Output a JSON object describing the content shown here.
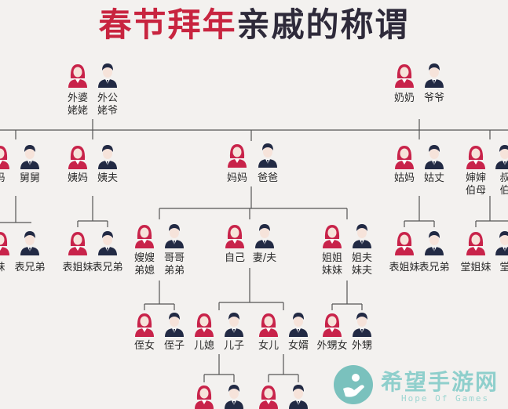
{
  "title": {
    "part1": "春节拜年",
    "part2": "亲戚的称谓"
  },
  "colors": {
    "female": "#c8234a",
    "male": "#222a44",
    "line": "#555555",
    "title_red": "#c8243f"
  },
  "labels": {
    "waipo": "外婆\n姥姥",
    "waigong": "外公\n姥爷",
    "nainai": "奶奶",
    "yeye": "爷爷",
    "left_ma": "妈",
    "jiujiu": "舅舅",
    "yima": "姨妈",
    "yifu": "姨夫",
    "mama": "妈妈",
    "baba": "爸爸",
    "gugu": "姑妈",
    "guzhang": "姑丈",
    "shenshen": "婶婶\n伯母",
    "shubo": "叔\n伯",
    "left_mei": "妹",
    "biaoxiongdi1": "表兄弟",
    "biaojiemei_l": "表姐妹",
    "biaoxiongdi_l": "表兄弟",
    "saosao": "嫂嫂\n弟媳",
    "gege": "哥哥\n弟弟",
    "ziji": "自己",
    "qifu": "妻/夫",
    "jiejie": "姐姐\n妹妹",
    "jiefu": "姐夫\n妹夫",
    "biaojiemei_r": "表姐妹",
    "biaoxiongdi_r": "表兄弟",
    "tangjiemei": "堂姐妹",
    "tang_r": "堂",
    "zhinv": "侄女",
    "zhizi": "侄子",
    "erxi": "儿媳",
    "erzi": "儿子",
    "nver": "女儿",
    "nvxu": "女婿",
    "waisunv": "外甥女",
    "waisheng": "外甥"
  },
  "watermark": {
    "name": "希望手游网",
    "sub": "Hope Of Games"
  }
}
